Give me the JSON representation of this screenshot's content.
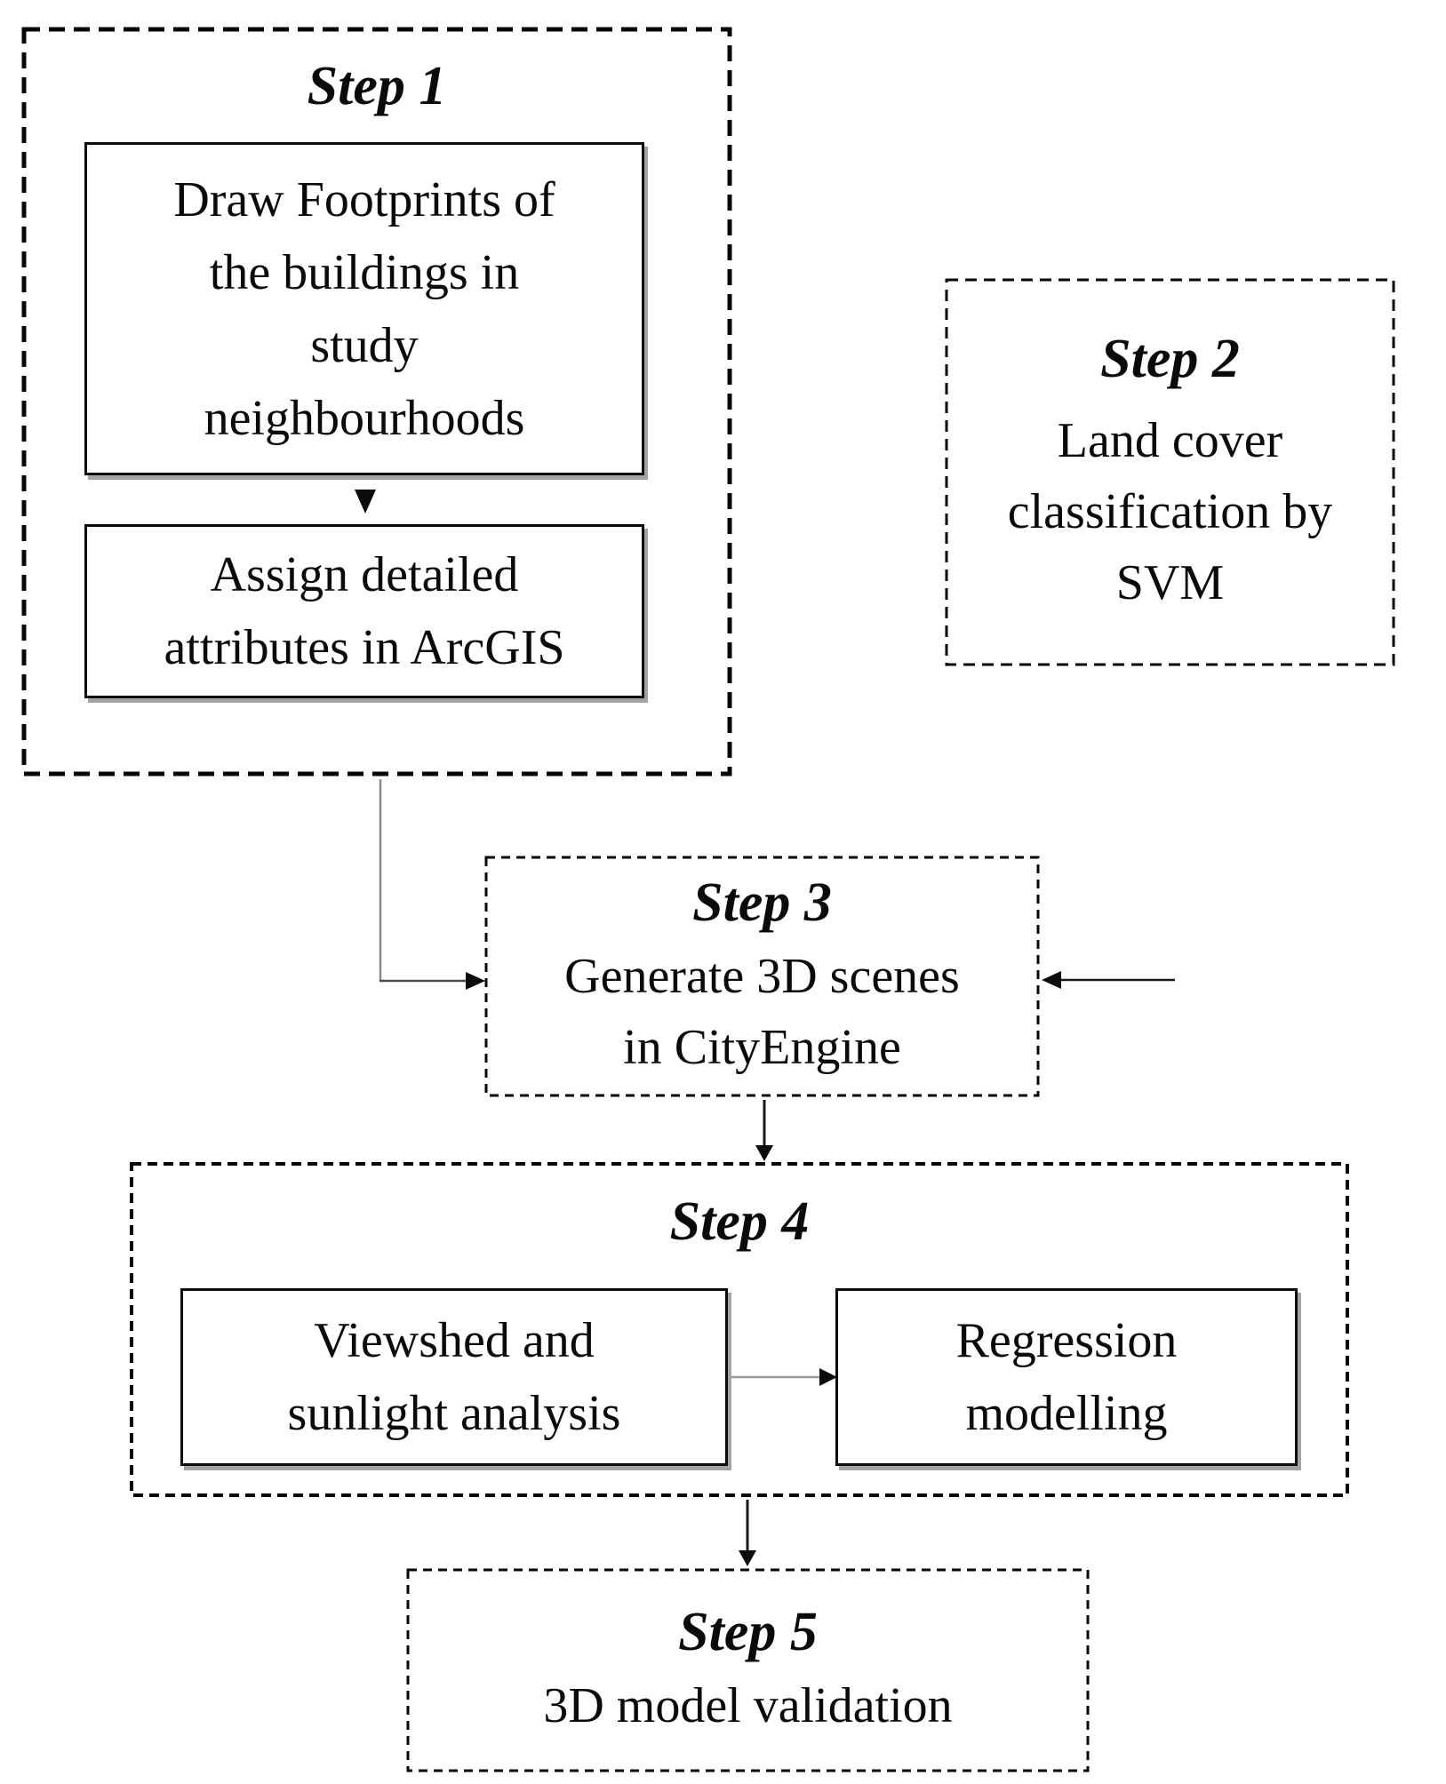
{
  "steps": {
    "step1": {
      "title": "Step 1",
      "box1": "Draw Footprints of\nthe buildings in\nstudy\nneighbourhoods",
      "box2": "Assign detailed\nattributes in ArcGIS"
    },
    "step2": {
      "title": "Step 2",
      "text": "Land cover\nclassification by\nSVM"
    },
    "step3": {
      "title": "Step 3",
      "text": "Generate 3D scenes\nin CityEngine"
    },
    "step4": {
      "title": "Step 4",
      "box1": "Viewshed and\nsunlight analysis",
      "box2": "Regression\nmodelling"
    },
    "step5": {
      "title": "Step 5",
      "text": "3D model validation"
    }
  },
  "colors": {
    "line_black": "#111111",
    "connector_gray": "#8c8c8c",
    "box_shadow_gray": "#a3a3a3",
    "background": "#ffffff",
    "text": "#0a0a0a"
  }
}
